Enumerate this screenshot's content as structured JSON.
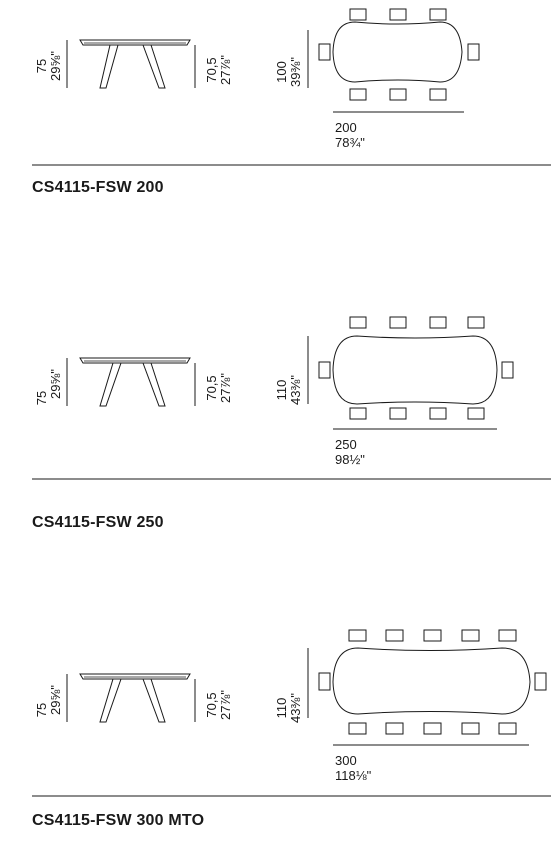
{
  "products": [
    {
      "code": "CS4115-FSW 200",
      "height_cm": "75",
      "height_in": "29⅝\"",
      "clearance_cm": "70,5",
      "clearance_in": "27⅞\"",
      "width_cm": "100",
      "width_in": "39⅜\"",
      "length_cm": "200",
      "length_in": "78¾\"",
      "chairs_per_side": 3
    },
    {
      "code": "CS4115-FSW 250",
      "height_cm": "75",
      "height_in": "29⅝\"",
      "clearance_cm": "70,5",
      "clearance_in": "27⅞\"",
      "width_cm": "110",
      "width_in": "43⅜\"",
      "length_cm": "250",
      "length_in": "98½\"",
      "chairs_per_side": 4
    },
    {
      "code": "CS4115-FSW 300 MTO",
      "height_cm": "75",
      "height_in": "29⅝\"",
      "clearance_cm": "70,5",
      "clearance_in": "27⅞\"",
      "width_cm": "110",
      "width_in": "43⅜\"",
      "length_cm": "300",
      "length_in": "118⅛\"",
      "chairs_per_side": 5
    }
  ]
}
